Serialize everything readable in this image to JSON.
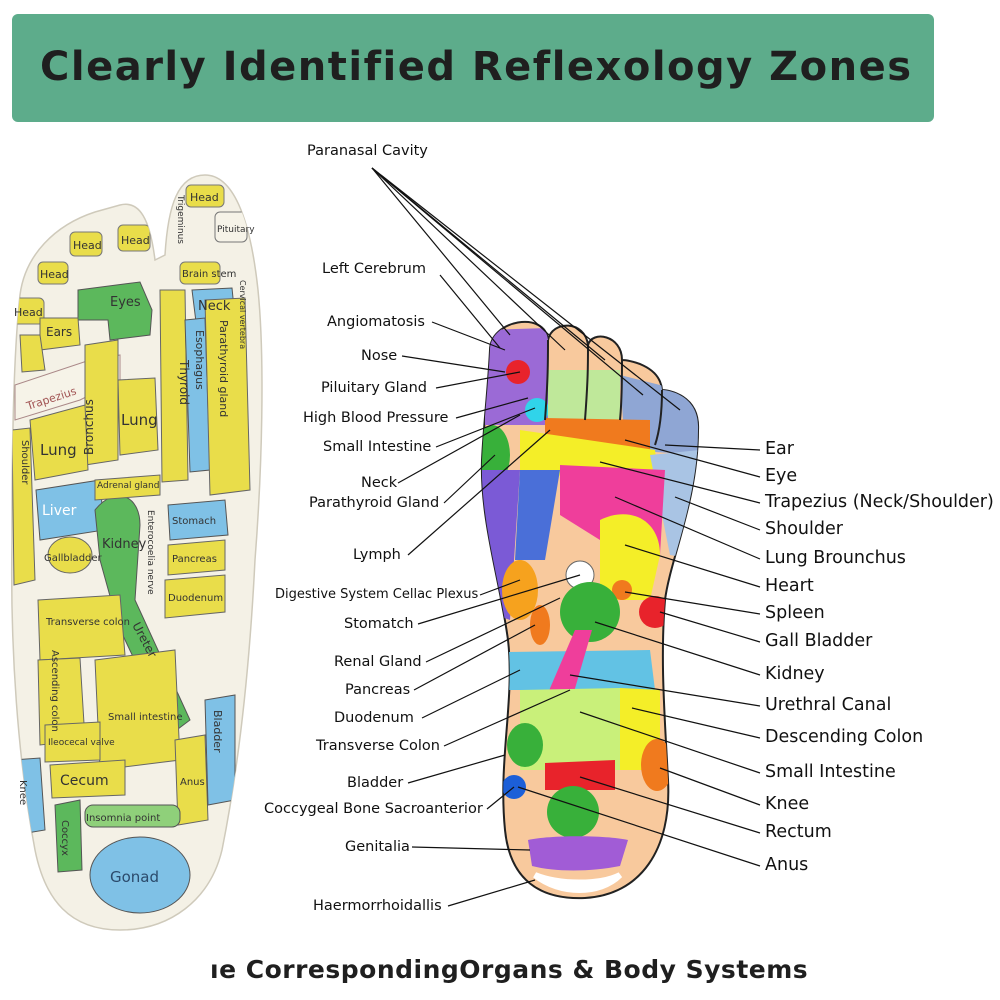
{
  "banner": {
    "title": "Clearly Identified Reflexology Zones"
  },
  "footer": {
    "caption": "ıe CorrespondingOrgans & Body Systems"
  },
  "sock": {
    "zones": {
      "head1": "Head",
      "head2": "Head",
      "head3": "Head",
      "head4": "Head",
      "head5": "Head",
      "trigeminus": "Trigeminus",
      "pituitary": "Pituitary",
      "brainstem": "Brain stem",
      "neck": "Neck",
      "cervical": "Cervical vertebra",
      "parathyroid": "Parathyroid gland",
      "esophagus": "Esophagus",
      "thyroid": "Thyroid",
      "ears": "Ears",
      "eyes": "Eyes",
      "trapezius": "Trapezius",
      "bronchus": "Bronchus",
      "lung_left": "Lung",
      "lung_right": "Lung",
      "shoulder": "Shoulder",
      "adrenal": "Adrenal gland",
      "liver": "Liver",
      "kidney": "Kidney",
      "gallbladder": "Gallbladder",
      "enterocoelia": "Enterocoelia nerve",
      "stomach": "Stomach",
      "pancreas": "Pancreas",
      "duodenum": "Duodenum",
      "transverse_colon": "Transverse colon",
      "ascending_colon": "Ascending colon",
      "ureter": "Ureter",
      "ileocecal": "Ileocecal valve",
      "small_intestine": "Small intestine",
      "cecum": "Cecum",
      "anus": "Anus",
      "bladder": "Bladder",
      "knee": "Knee",
      "insomnia": "Insomnia point",
      "coccyx": "Coccyx",
      "gonad": "Gonad"
    }
  },
  "diagram": {
    "left_labels": [
      "Paranasal Cavity",
      "Left Cerebrum",
      "Angiomatosis",
      "Nose",
      "Piluitary Gland",
      "High Blood Pressure",
      "Small Intestine",
      "Neck",
      "Parathyroid Gland",
      "Lymph",
      "Digestive System Cellac Plexus",
      "Stomatch",
      "Renal Gland",
      "Pancreas",
      "Duodenum",
      "Transverse Colon",
      "Bladder",
      "Coccygeal Bone Sacroanterior",
      "Genitalia",
      "Haermorrhoidallis"
    ],
    "right_labels": [
      "Ear",
      "Eye",
      "Trapezius (Neck/Shoulder)",
      "Shoulder",
      "Lung Brounchus",
      "Heart",
      "Spleen",
      "Gall Bladder",
      "Kidney",
      "Urethral Canal",
      "Descending Colon",
      "Small Intestine",
      "Knee",
      "Rectum",
      "Anus"
    ]
  }
}
